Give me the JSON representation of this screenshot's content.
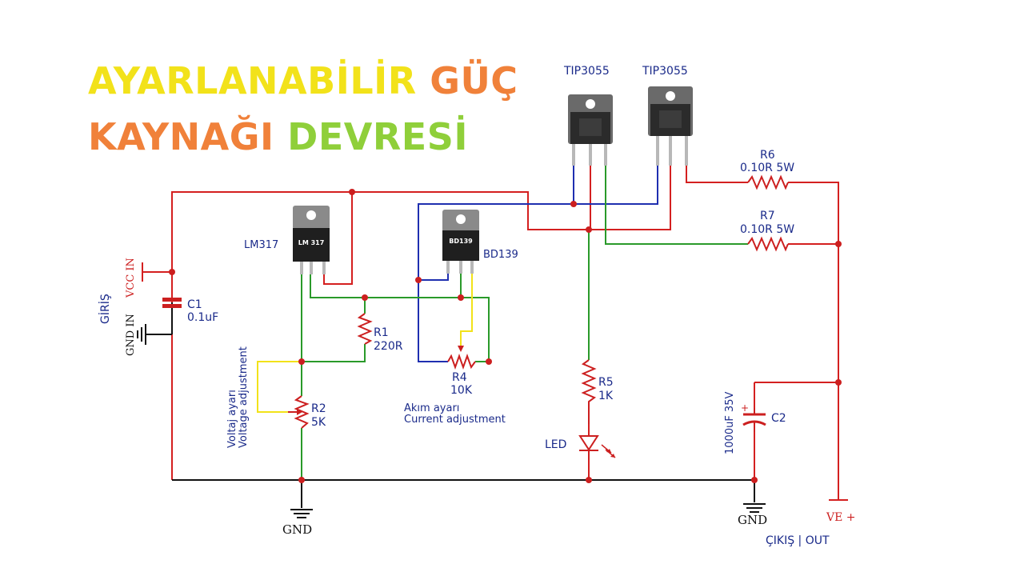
{
  "title": {
    "line1_word1": "AYARLANABİLİR",
    "line1_word2": "GÜÇ",
    "line2_word1": "KAYNAĞI",
    "line2_word2": "DEVRESİ"
  },
  "colors": {
    "yellow": "#f2e21a",
    "orange": "#f0813a",
    "green": "#8fcf3a",
    "wire_red": "#d42020",
    "wire_blue": "#1f2fb0",
    "wire_green": "#2a9a2a",
    "wire_yellow": "#f2e21a",
    "wire_black": "#111111",
    "label_blue": "#1a2a8a"
  },
  "components": {
    "tip1": {
      "name": "TIP3055"
    },
    "tip2": {
      "name": "TIP3055"
    },
    "lm317": {
      "name": "LM317",
      "chip_text": "LM 317"
    },
    "bd139": {
      "name": "BD139",
      "chip_text": "BD139"
    },
    "c1": {
      "name": "C1",
      "value": "0.1uF"
    },
    "r1": {
      "name": "R1",
      "value": "220R"
    },
    "r2": {
      "name": "R2",
      "value": "5K"
    },
    "r4": {
      "name": "R4",
      "value": "10K"
    },
    "r5": {
      "name": "R5",
      "value": "1K"
    },
    "r6": {
      "name": "R6",
      "value": "0.10R 5W"
    },
    "r7": {
      "name": "R7",
      "value": "0.10R 5W"
    },
    "c2": {
      "name": "C2",
      "value": "1000uF 35V"
    },
    "led": {
      "name": "LED"
    }
  },
  "labels": {
    "input": "GİRİŞ",
    "vcc_in": "VCC IN",
    "gnd_in": "GND IN",
    "voltage_tr": "Voltaj ayarı",
    "voltage_en": "Voltage adjustment",
    "current_tr": "Akım ayarı",
    "current_en": "Current adjustment",
    "gnd_left": "GND",
    "gnd_right": "GND",
    "ve_plus": "VE +",
    "output": "ÇIKIŞ | OUT"
  }
}
